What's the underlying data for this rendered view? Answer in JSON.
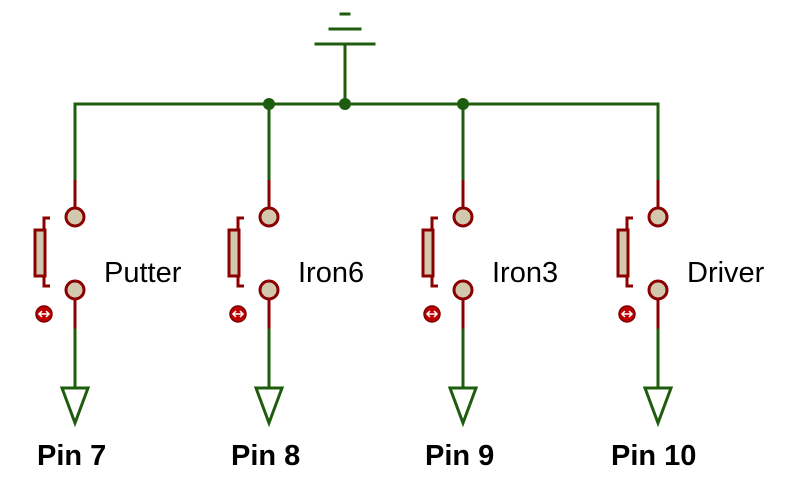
{
  "colors": {
    "wire": "#1e5c0e",
    "component": "#8b0000",
    "component_fill": "#d2c8ad",
    "badge": "#c00000"
  },
  "symbols": {
    "supply": "power-rail-symbol",
    "switch": "pushbutton-switch",
    "output": "down-arrow-port"
  },
  "switches": [
    {
      "label": "Putter",
      "pin": "Pin 7"
    },
    {
      "label": "Iron6",
      "pin": "Pin 8"
    },
    {
      "label": "Iron3",
      "pin": "Pin 9"
    },
    {
      "label": "Driver",
      "pin": "Pin 10"
    }
  ]
}
